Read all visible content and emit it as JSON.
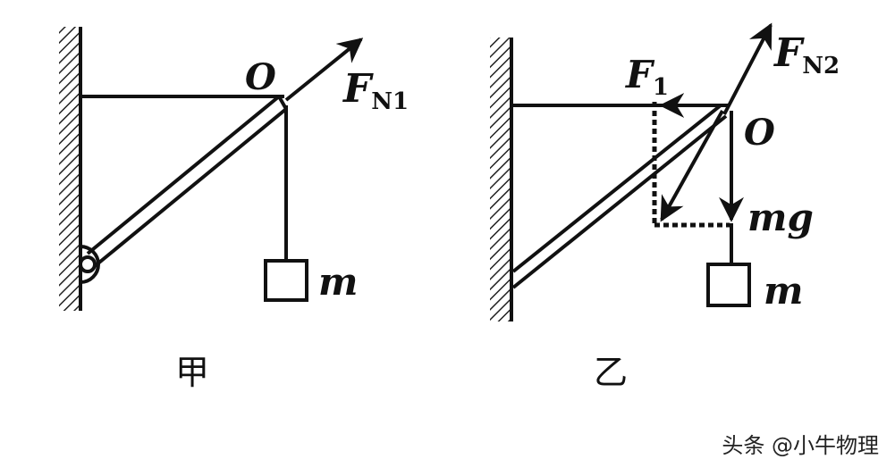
{
  "figure_left": {
    "caption": "甲",
    "label_point": "O",
    "force_label": "F",
    "force_sub": "N1",
    "mass_label": "m"
  },
  "figure_right": {
    "caption": "乙",
    "label_point": "O",
    "force_n_label": "F",
    "force_n_sub": "N2",
    "force_1_label": "F",
    "force_1_sub": "1",
    "weight_label": "mg",
    "mass_label": "m"
  },
  "watermark": "头条 @小牛物理"
}
